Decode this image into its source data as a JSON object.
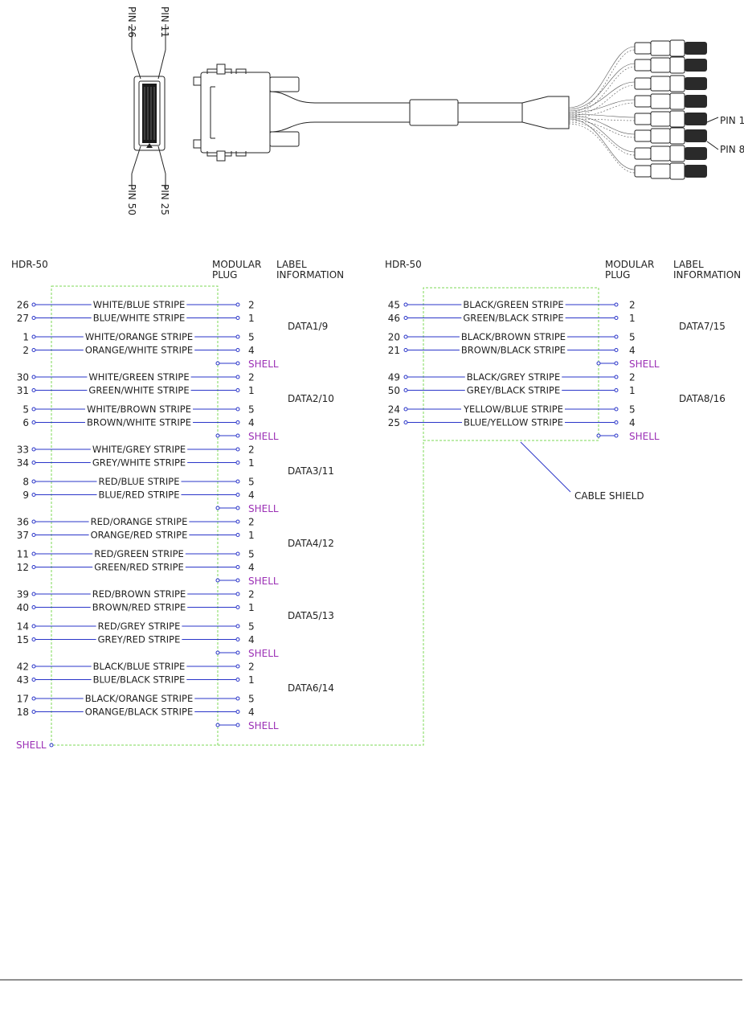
{
  "drawing": {
    "pin_labels": {
      "pin26": "PIN 26",
      "pin11": "PIN 11",
      "pin50": "PIN 50",
      "pin25": "PIN 25",
      "pin1": "PIN 1",
      "pin8": "PIN 8"
    }
  },
  "headers": {
    "left_hdr": "HDR-50",
    "left_plug": [
      "MODULAR",
      "PLUG"
    ],
    "left_label": [
      "LABEL",
      "INFORMATION"
    ],
    "right_hdr": "HDR-50",
    "right_plug": [
      "MODULAR",
      "PLUG"
    ],
    "right_label": [
      "LABEL",
      "INFORMATION"
    ]
  },
  "left_groups": [
    {
      "label": "DATA1/9",
      "rows": [
        {
          "pin": "26",
          "color": "WHITE/BLUE STRIPE",
          "plug": "2"
        },
        {
          "pin": "27",
          "color": "BLUE/WHITE STRIPE",
          "plug": "1"
        },
        {
          "pin": "1",
          "color": "WHITE/ORANGE STRIPE",
          "plug": "5"
        },
        {
          "pin": "2",
          "color": "ORANGE/WHITE STRIPE",
          "plug": "4"
        }
      ]
    },
    {
      "label": "DATA2/10",
      "rows": [
        {
          "pin": "30",
          "color": "WHITE/GREEN STRIPE",
          "plug": "2"
        },
        {
          "pin": "31",
          "color": "GREEN/WHITE STRIPE",
          "plug": "1"
        },
        {
          "pin": "5",
          "color": "WHITE/BROWN STRIPE",
          "plug": "5"
        },
        {
          "pin": "6",
          "color": "BROWN/WHITE STRIPE",
          "plug": "4"
        }
      ]
    },
    {
      "label": "DATA3/11",
      "rows": [
        {
          "pin": "33",
          "color": "WHITE/GREY STRIPE",
          "plug": "2"
        },
        {
          "pin": "34",
          "color": "GREY/WHITE STRIPE",
          "plug": "1"
        },
        {
          "pin": "8",
          "color": "RED/BLUE STRIPE",
          "plug": "5"
        },
        {
          "pin": "9",
          "color": "BLUE/RED STRIPE",
          "plug": "4"
        }
      ]
    },
    {
      "label": "DATA4/12",
      "rows": [
        {
          "pin": "36",
          "color": "RED/ORANGE STRIPE",
          "plug": "2"
        },
        {
          "pin": "37",
          "color": "ORANGE/RED STRIPE",
          "plug": "1"
        },
        {
          "pin": "11",
          "color": "RED/GREEN STRIPE",
          "plug": "5"
        },
        {
          "pin": "12",
          "color": "GREEN/RED STRIPE",
          "plug": "4"
        }
      ]
    },
    {
      "label": "DATA5/13",
      "rows": [
        {
          "pin": "39",
          "color": "RED/BROWN STRIPE",
          "plug": "2"
        },
        {
          "pin": "40",
          "color": "BROWN/RED STRIPE",
          "plug": "1"
        },
        {
          "pin": "14",
          "color": "RED/GREY STRIPE",
          "plug": "5"
        },
        {
          "pin": "15",
          "color": "GREY/RED STRIPE",
          "plug": "4"
        }
      ]
    },
    {
      "label": "DATA6/14",
      "rows": [
        {
          "pin": "42",
          "color": "BLACK/BLUE STRIPE",
          "plug": "2"
        },
        {
          "pin": "43",
          "color": "BLUE/BLACK STRIPE",
          "plug": "1"
        },
        {
          "pin": "17",
          "color": "BLACK/ORANGE STRIPE",
          "plug": "5"
        },
        {
          "pin": "18",
          "color": "ORANGE/BLACK STRIPE",
          "plug": "4"
        }
      ]
    }
  ],
  "right_groups": [
    {
      "label": "DATA7/15",
      "rows": [
        {
          "pin": "45",
          "color": "BLACK/GREEN STRIPE",
          "plug": "2"
        },
        {
          "pin": "46",
          "color": "GREEN/BLACK STRIPE",
          "plug": "1"
        },
        {
          "pin": "20",
          "color": "BLACK/BROWN STRIPE",
          "plug": "5"
        },
        {
          "pin": "21",
          "color": "BROWN/BLACK STRIPE",
          "plug": "4"
        }
      ]
    },
    {
      "label": "DATA8/16",
      "rows": [
        {
          "pin": "49",
          "color": "BLACK/GREY STRIPE",
          "plug": "2"
        },
        {
          "pin": "50",
          "color": "GREY/BLACK STRIPE",
          "plug": "1"
        },
        {
          "pin": "24",
          "color": "YELLOW/BLUE STRIPE",
          "plug": "5"
        },
        {
          "pin": "25",
          "color": "BLUE/YELLOW STRIPE",
          "plug": "4"
        }
      ]
    }
  ],
  "shell_text": "SHELL",
  "cable_shield": "CABLE SHIELD",
  "colors": {
    "wire": "#2a35c9",
    "shield": "#7ed957",
    "shell": "#9b2fb5"
  }
}
